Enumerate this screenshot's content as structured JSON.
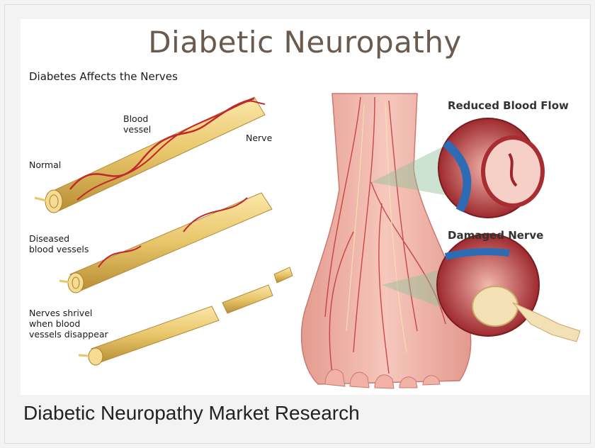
{
  "figure": {
    "title": "Diabetic Neuropathy",
    "left_heading": "Diabetes Affects the Nerves",
    "labels": {
      "blood_vessel": "Blood\nvessel",
      "nerve": "Nerve",
      "normal": "Normal",
      "diseased": "Diseased\nblood vessels",
      "shrivel": "Nerves shrivel\nwhen blood\nvessels disappear"
    },
    "right_headings": {
      "reduced": "Reduced Blood Flow",
      "damaged": "Damaged Nerve"
    },
    "colors": {
      "nerve": "#e8c66a",
      "vessel": "#c0282e",
      "skin": "#efb3a8",
      "title": "#6b5a4e"
    }
  },
  "caption": "Diabetic Neuropathy Market Research"
}
